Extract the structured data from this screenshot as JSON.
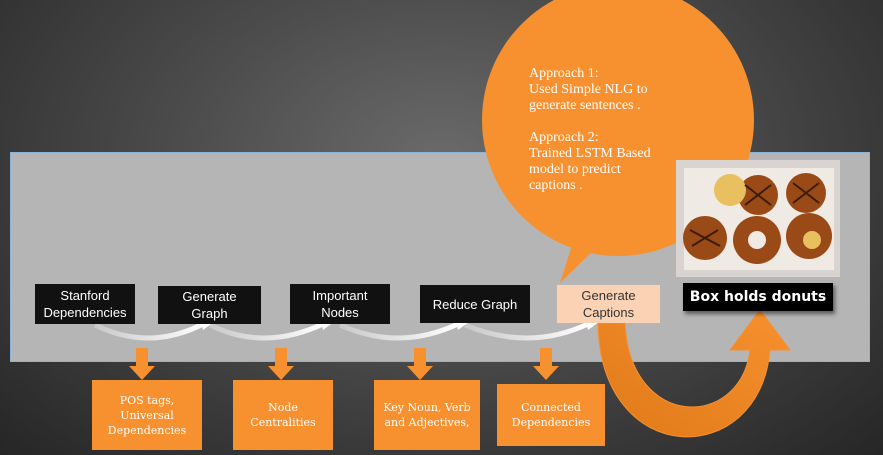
{
  "steps": [
    "Stanford\nDependencies",
    "Generate\nGraph",
    "Important\nNodes",
    "Reduce Graph",
    "Generate\nCaptions"
  ],
  "result": "Box holds donuts",
  "notes": [
    "POS tags,\nUniversal\nDependencies",
    "Node\nCentralities",
    "Key Noun, Verb\nand Adjectives,",
    "Connected\nDependencies"
  ],
  "bubble": "Approach 1:\nUsed Simple NLG to\ngenerate sentences .\n\nApproach 2:\nTrained LSTM Based\nmodel to predict\ncaptions .",
  "colors": {
    "orange": "#f7902f",
    "step_bg": "#111111",
    "final_step_bg": "#fbd3b4",
    "panel": "#b5b5b5"
  },
  "image": {
    "subject": "box of donuts"
  }
}
